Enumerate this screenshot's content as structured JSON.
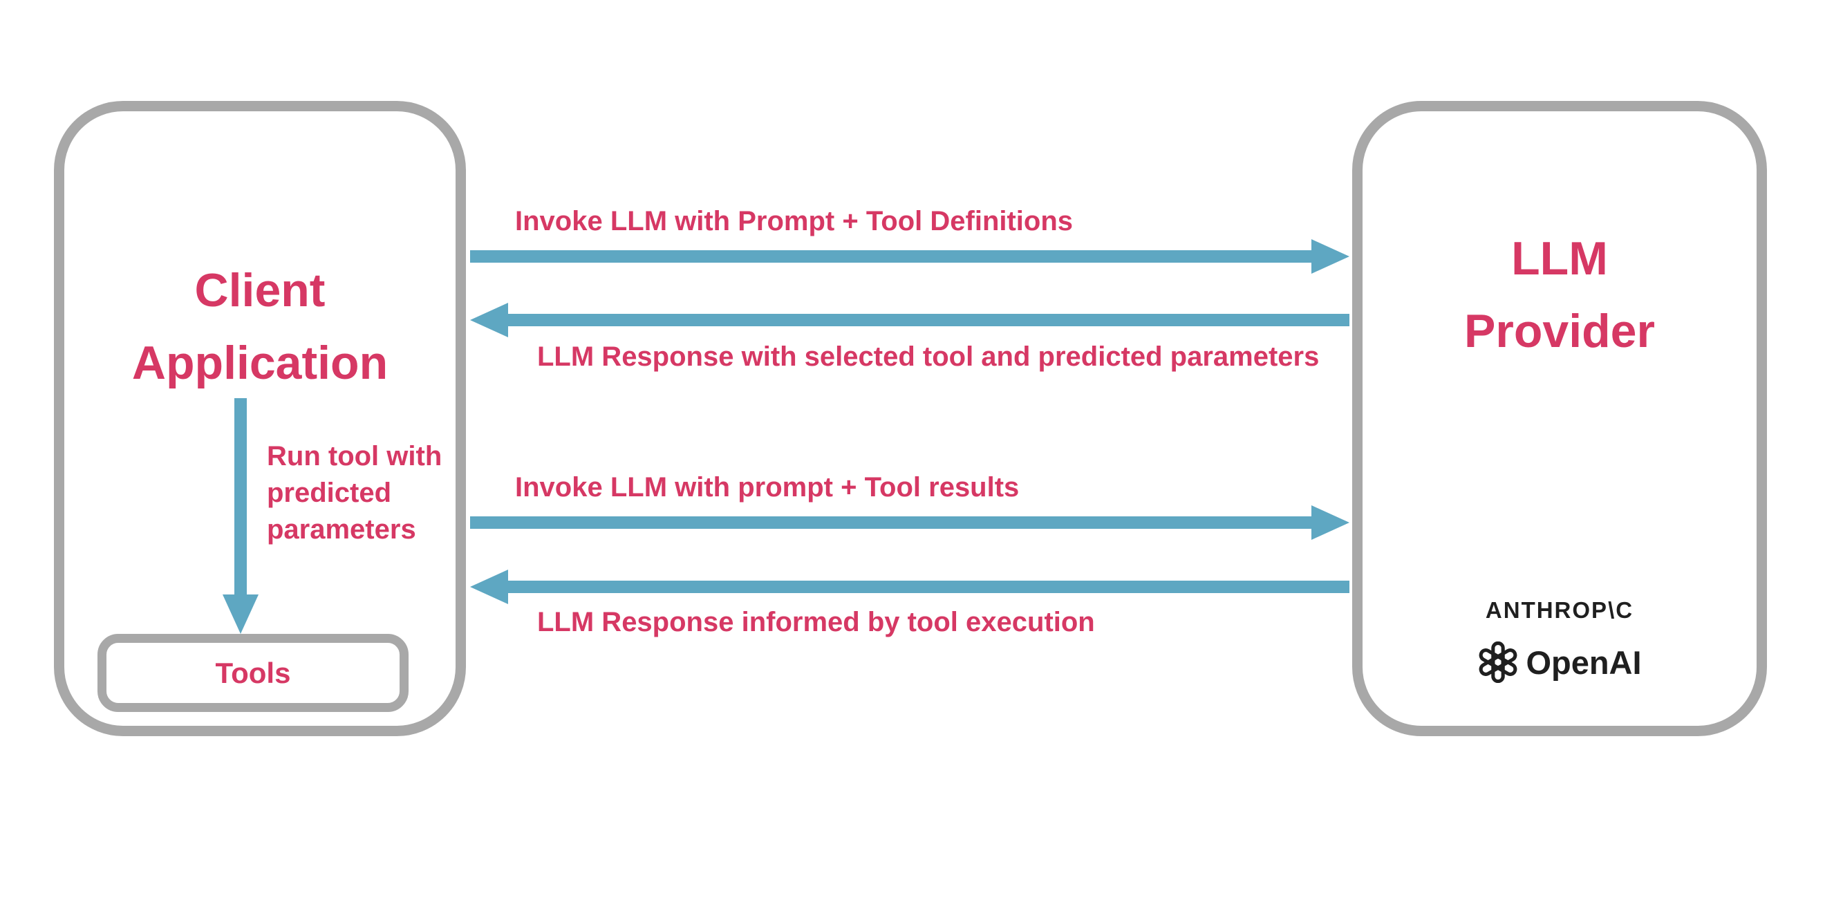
{
  "colors": {
    "accent_pink": "#d63864",
    "arrow_blue": "#5ea7c2",
    "box_gray": "#a8a8a8",
    "logo_black": "#1f1f1f",
    "background": "#ffffff"
  },
  "diagram": {
    "client": {
      "title_lines": [
        "Client",
        "Application"
      ],
      "run_tool_note_lines": [
        "Run tool with",
        "predicted",
        "parameters"
      ],
      "tools_label": "Tools"
    },
    "provider": {
      "title_lines": [
        "LLM",
        "Provider"
      ],
      "logos": {
        "anthropic": "ANTHROP\\C",
        "openai": "OpenAI"
      }
    },
    "flows": [
      {
        "direction": "right",
        "label": "Invoke LLM with Prompt + Tool Definitions",
        "label_position": "above"
      },
      {
        "direction": "left",
        "label": "LLM Response with selected tool and predicted parameters",
        "label_position": "below"
      },
      {
        "direction": "right",
        "label": "Invoke LLM with prompt + Tool results",
        "label_position": "above"
      },
      {
        "direction": "left",
        "label": "LLM Response informed by tool execution",
        "label_position": "below"
      }
    ]
  }
}
